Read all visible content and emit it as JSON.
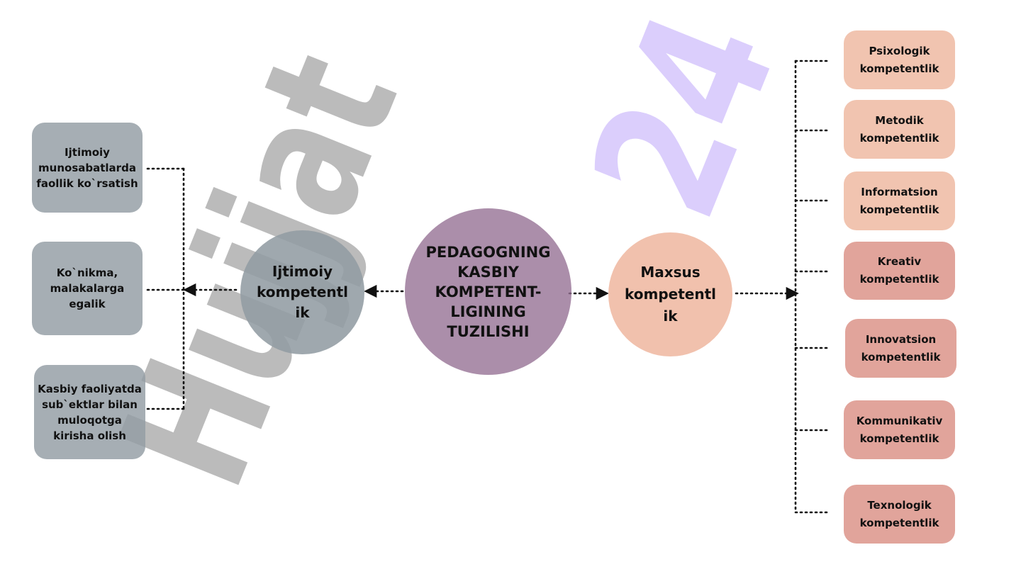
{
  "diagram": {
    "center": {
      "label": "PEDAGOGNING KASBIY KOMPETENT-LIGINING TUZILISHI"
    },
    "left_hub": {
      "label": "Ijtimoiy kompetentl ik"
    },
    "right_hub": {
      "label": "Maxsus kompetentl ik"
    },
    "left_items": [
      {
        "label": "Ijtimoiy munosabatlarda faollik ko`rsatish"
      },
      {
        "label": "Ko`nikma, malakalarga egalik"
      },
      {
        "label": "Kasbiy faoliyatda sub`ektlar bilan muloqotga kirisha olish"
      }
    ],
    "right_items": [
      {
        "label": "Psixologik kompetentlik"
      },
      {
        "label": "Metodik kompetentlik"
      },
      {
        "label": "Informatsion kompetentlik"
      },
      {
        "label": "Kreativ kompetentlik"
      },
      {
        "label": "Innovatsion kompetentlik"
      },
      {
        "label": "Kommunikativ kompetentlik"
      },
      {
        "label": "Texnologik kompetentlik"
      }
    ]
  },
  "watermark": {
    "text": "Hujjat 24"
  },
  "colors": {
    "left_fill": "#929ca3",
    "center_fill": "#946e92",
    "peach_light": "#f0bfa9",
    "peach_dark": "#e0a097",
    "connector": "#111111",
    "watermark_grey": "#b4b4b4",
    "watermark_purple": "#d5c6fb"
  }
}
